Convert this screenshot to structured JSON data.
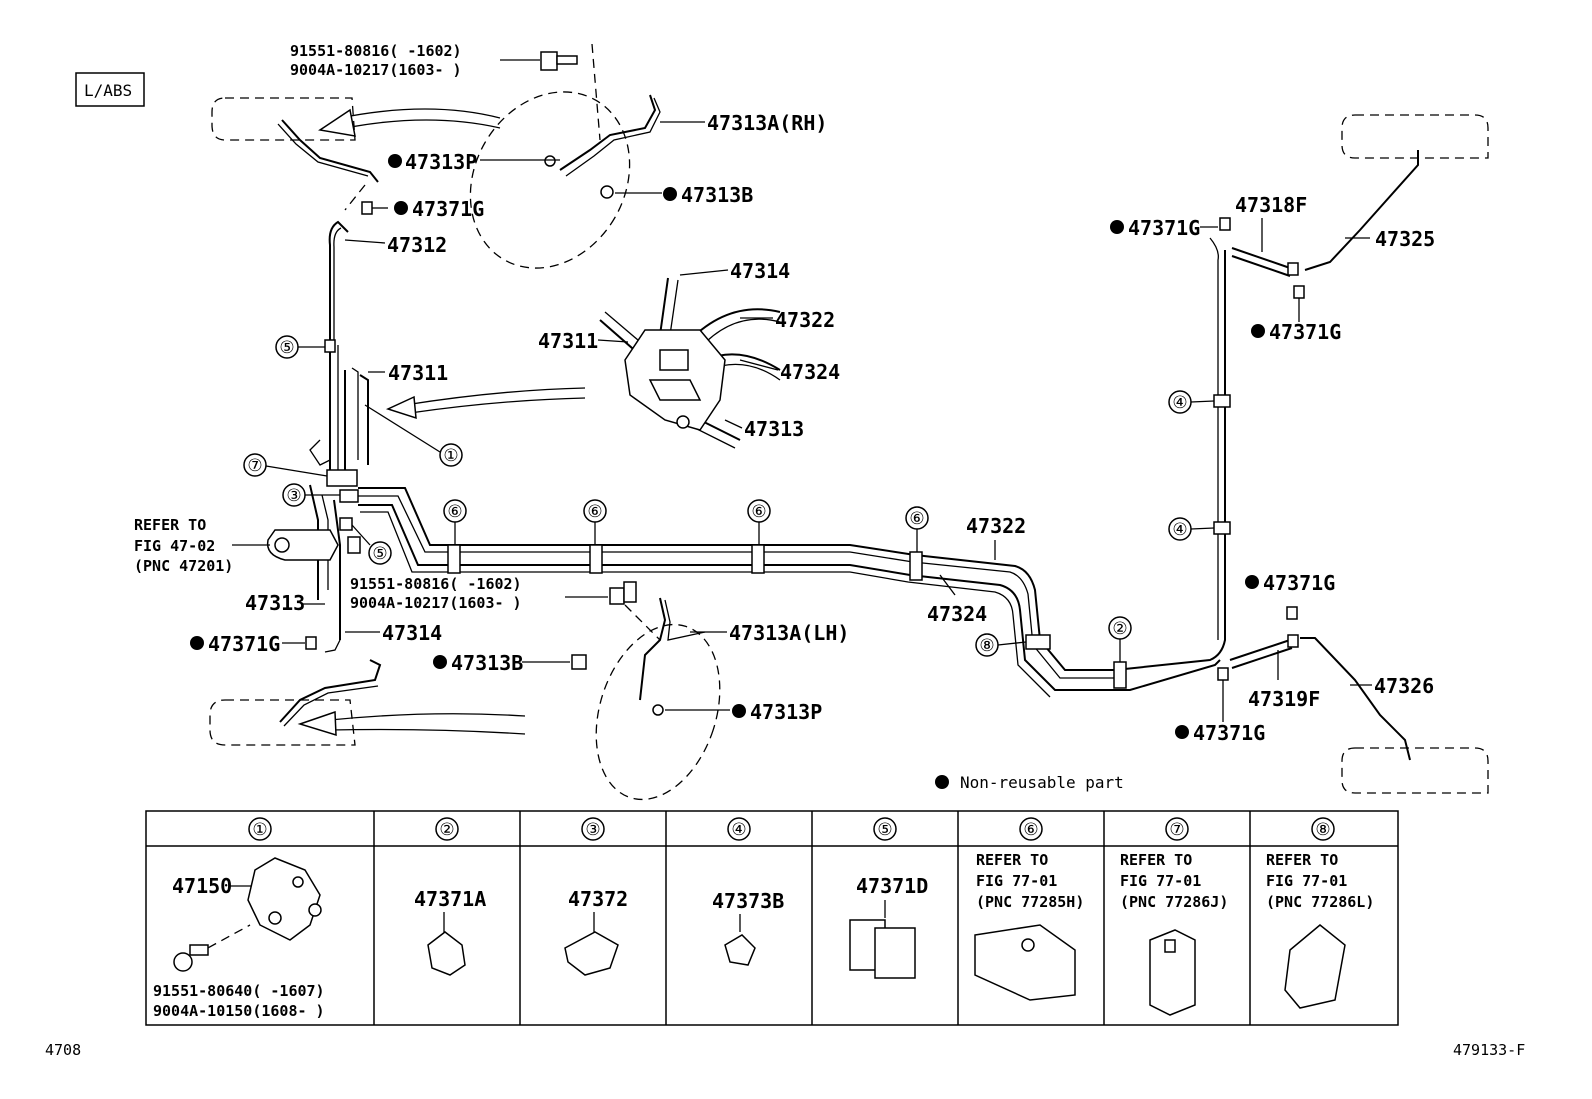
{
  "tag": "L/ABS",
  "non_reusable_mark": "●",
  "legend": "Non-reusable part",
  "footer": {
    "left": "4708",
    "right": "479133-F"
  },
  "bolt_label_top": {
    "line1": "91551-80816(     -1602)",
    "line2": "9004A-10217(1603-      )"
  },
  "bolt_label_mid": {
    "line1": "91551-80816(     -1602)",
    "line2": "9004A-10217(1603-      )"
  },
  "refer_left": {
    "line1": "REFER TO",
    "line2": "FIG 47-02",
    "line3": "(PNC 47201)"
  },
  "parts": {
    "p47313A_RH": "47313A(RH)",
    "p47313P_top": "47313P",
    "p47313B_top": "47313B",
    "p47371G_top": "47371G",
    "p47312": "47312",
    "p47314_detail": "47314",
    "p47322_detail": "47322",
    "p47311_detail": "47311",
    "p47324_detail": "47324",
    "p47313_detail": "47313",
    "p47311": "47311",
    "p47313": "47313",
    "p47314": "47314",
    "p47371G_left": "47371G",
    "p47313A_LH": "47313A(LH)",
    "p47313B_low": "47313B",
    "p47313P_low": "47313P",
    "p47322": "47322",
    "p47324": "47324",
    "p47371G_r1": "47371G",
    "p47318F": "47318F",
    "p47325": "47325",
    "p47371G_r2": "47371G",
    "p47371G_r3": "47371G",
    "p47326": "47326",
    "p47319F": "47319F",
    "p47371G_r4": "47371G"
  },
  "callouts": {
    "c1": "①",
    "c3": "③",
    "c5a": "⑤",
    "c5b": "⑤",
    "c7": "⑦",
    "c6a": "⑥",
    "c6b": "⑥",
    "c6c": "⑥",
    "c6d": "⑥",
    "c8": "⑧",
    "c2": "②",
    "c4a": "④",
    "c4b": "④"
  },
  "table": {
    "headers": [
      "①",
      "②",
      "③",
      "④",
      "⑤",
      "⑥",
      "⑦",
      "⑧"
    ],
    "c1": {
      "part": "47150",
      "bolt1": "91551-80640(      -1607)",
      "bolt2": "9004A-10150(1608-      )"
    },
    "c2": {
      "part": "47371A"
    },
    "c3": {
      "part": "47372"
    },
    "c4": {
      "part": "47373B"
    },
    "c5": {
      "part": "47371D"
    },
    "c6": {
      "line1": "REFER TO",
      "line2": "FIG 77-01",
      "line3": "(PNC 77285H)"
    },
    "c7": {
      "line1": "REFER TO",
      "line2": "FIG 77-01",
      "line3": "(PNC 77286J)"
    },
    "c8": {
      "line1": "REFER TO",
      "line2": "FIG 77-01",
      "line3": "(PNC 77286L)"
    }
  }
}
